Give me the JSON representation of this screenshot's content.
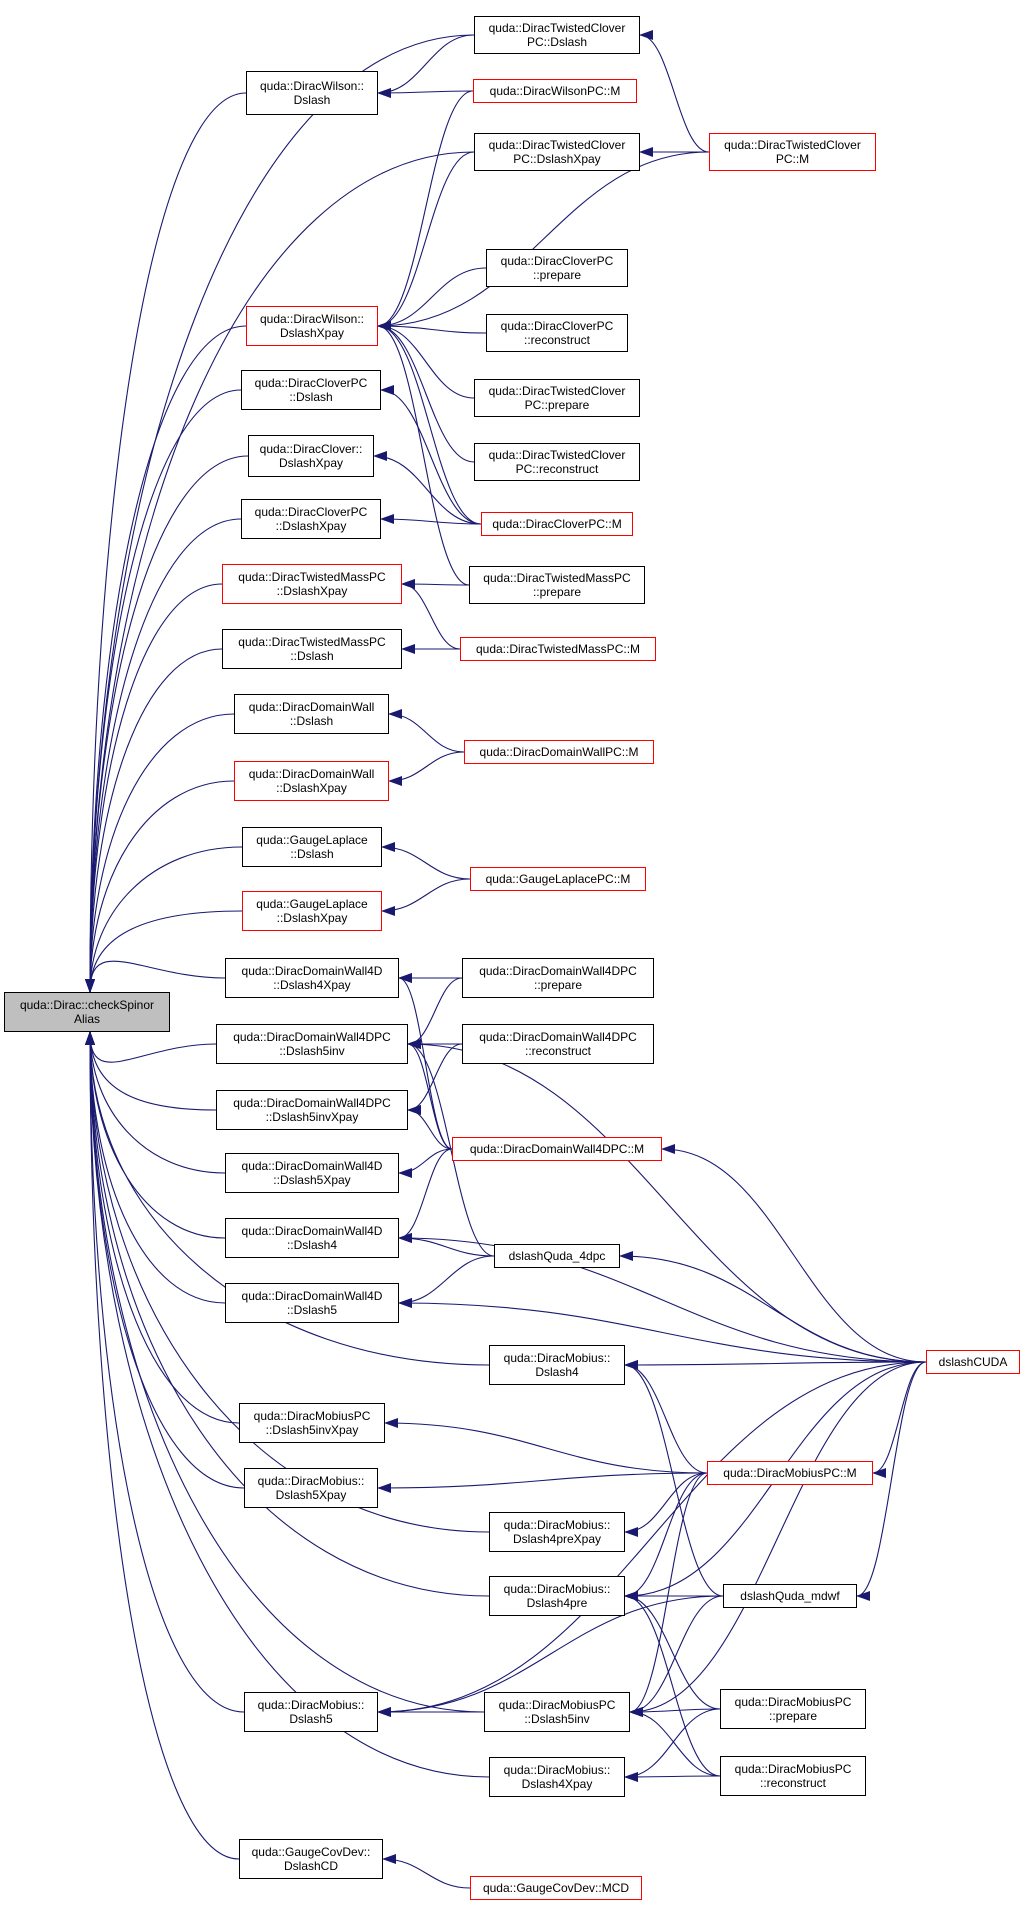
{
  "colors": {
    "edge": "#191970",
    "black_border": "#000000",
    "red_border": "#ff0000",
    "root_fill": "#bfbfbf"
  },
  "nodes": [
    {
      "id": "root",
      "text": "quda::Dirac::checkSpinor\nAlias",
      "style": "root"
    },
    {
      "id": "tcpc_dslash",
      "text": "quda::DiracTwistedClover\nPC::Dslash",
      "style": "black"
    },
    {
      "id": "wilson_dslash",
      "text": "quda::DiracWilson::\nDslash",
      "style": "black"
    },
    {
      "id": "wilsonpc_m",
      "text": "quda::DiracWilsonPC::M",
      "style": "red"
    },
    {
      "id": "tcpc_dslashxpay",
      "text": "quda::DiracTwistedClover\nPC::DslashXpay",
      "style": "black"
    },
    {
      "id": "tcpc_m",
      "text": "quda::DiracTwistedClover\nPC::M",
      "style": "red"
    },
    {
      "id": "cloverpc_prepare",
      "text": "quda::DiracCloverPC\n::prepare",
      "style": "black"
    },
    {
      "id": "wilson_dslashxpay",
      "text": "quda::DiracWilson::\nDslashXpay",
      "style": "red"
    },
    {
      "id": "cloverpc_reconstruct",
      "text": "quda::DiracCloverPC\n::reconstruct",
      "style": "black"
    },
    {
      "id": "cloverpc_dslash",
      "text": "quda::DiracCloverPC\n::Dslash",
      "style": "black"
    },
    {
      "id": "tcpc_prepare",
      "text": "quda::DiracTwistedClover\nPC::prepare",
      "style": "black"
    },
    {
      "id": "clover_dslashxpay",
      "text": "quda::DiracClover::\nDslashXpay",
      "style": "black"
    },
    {
      "id": "tcpc_reconstruct",
      "text": "quda::DiracTwistedClover\nPC::reconstruct",
      "style": "black"
    },
    {
      "id": "cloverpc_dslashxpay",
      "text": "quda::DiracCloverPC\n::DslashXpay",
      "style": "black"
    },
    {
      "id": "cloverpc_m",
      "text": "quda::DiracCloverPC::M",
      "style": "red"
    },
    {
      "id": "tmpc_dslashxpay",
      "text": "quda::DiracTwistedMassPC\n::DslashXpay",
      "style": "red"
    },
    {
      "id": "tmpc_prepare",
      "text": "quda::DiracTwistedMassPC\n::prepare",
      "style": "black"
    },
    {
      "id": "tmpc_dslash",
      "text": "quda::DiracTwistedMassPC\n::Dslash",
      "style": "black"
    },
    {
      "id": "tmpc_m",
      "text": "quda::DiracTwistedMassPC::M",
      "style": "red"
    },
    {
      "id": "dw_dslash",
      "text": "quda::DiracDomainWall\n::Dslash",
      "style": "black"
    },
    {
      "id": "dwpc_m",
      "text": "quda::DiracDomainWallPC::M",
      "style": "red"
    },
    {
      "id": "dw_dslashxpay",
      "text": "quda::DiracDomainWall\n::DslashXpay",
      "style": "red"
    },
    {
      "id": "gl_dslash",
      "text": "quda::GaugeLaplace\n::Dslash",
      "style": "black"
    },
    {
      "id": "glpc_m",
      "text": "quda::GaugeLaplacePC::M",
      "style": "red"
    },
    {
      "id": "gl_dslashxpay",
      "text": "quda::GaugeLaplace\n::DslashXpay",
      "style": "red"
    },
    {
      "id": "dw4d_dslash4xpay",
      "text": "quda::DiracDomainWall4D\n::Dslash4Xpay",
      "style": "black"
    },
    {
      "id": "dw4dpc_prepare",
      "text": "quda::DiracDomainWall4DPC\n::prepare",
      "style": "black"
    },
    {
      "id": "dw4dpc_dslash5inv",
      "text": "quda::DiracDomainWall4DPC\n::Dslash5inv",
      "style": "black"
    },
    {
      "id": "dw4dpc_reconstruct",
      "text": "quda::DiracDomainWall4DPC\n::reconstruct",
      "style": "black"
    },
    {
      "id": "dw4dpc_dslash5invxpay",
      "text": "quda::DiracDomainWall4DPC\n::Dslash5invXpay",
      "style": "black"
    },
    {
      "id": "dw4dpc_m",
      "text": "quda::DiracDomainWall4DPC::M",
      "style": "red"
    },
    {
      "id": "dw4d_dslash5xpay",
      "text": "quda::DiracDomainWall4D\n::Dslash5Xpay",
      "style": "black"
    },
    {
      "id": "dw4d_dslash4",
      "text": "quda::DiracDomainWall4D\n::Dslash4",
      "style": "black"
    },
    {
      "id": "dslashquda_4dpc",
      "text": "dslashQuda_4dpc",
      "style": "black"
    },
    {
      "id": "dw4d_dslash5",
      "text": "quda::DiracDomainWall4D\n::Dslash5",
      "style": "black"
    },
    {
      "id": "dslashcuda",
      "text": "dslashCUDA",
      "style": "red"
    },
    {
      "id": "mob_dslash4",
      "text": "quda::DiracMobius::\nDslash4",
      "style": "black"
    },
    {
      "id": "mobpc_dslash5invxpay",
      "text": "quda::DiracMobiusPC\n::Dslash5invXpay",
      "style": "black"
    },
    {
      "id": "mobpc_m",
      "text": "quda::DiracMobiusPC::M",
      "style": "red"
    },
    {
      "id": "mob_dslash5xpay",
      "text": "quda::DiracMobius::\nDslash5Xpay",
      "style": "black"
    },
    {
      "id": "mob_dslash4prexpay",
      "text": "quda::DiracMobius::\nDslash4preXpay",
      "style": "black"
    },
    {
      "id": "mob_dslash4pre",
      "text": "quda::DiracMobius::\nDslash4pre",
      "style": "black"
    },
    {
      "id": "dslashquda_mdwf",
      "text": "dslashQuda_mdwf",
      "style": "black"
    },
    {
      "id": "mob_dslash5",
      "text": "quda::DiracMobius::\nDslash5",
      "style": "black"
    },
    {
      "id": "mobpc_dslash5inv",
      "text": "quda::DiracMobiusPC\n::Dslash5inv",
      "style": "black"
    },
    {
      "id": "mobpc_prepare",
      "text": "quda::DiracMobiusPC\n::prepare",
      "style": "black"
    },
    {
      "id": "mob_dslash4xpay",
      "text": "quda::DiracMobius::\nDslash4Xpay",
      "style": "black"
    },
    {
      "id": "mobpc_reconstruct",
      "text": "quda::DiracMobiusPC\n::reconstruct",
      "style": "black"
    },
    {
      "id": "gcd_dslashcd",
      "text": "quda::GaugeCovDev::\nDslashCD",
      "style": "black"
    },
    {
      "id": "gcd_mcd",
      "text": "quda::GaugeCovDev::MCD",
      "style": "red"
    }
  ],
  "edges": [
    {
      "from": "tcpc_dslash",
      "to": "root"
    },
    {
      "from": "wilson_dslash",
      "to": "root"
    },
    {
      "from": "tcpc_dslashxpay",
      "to": "root"
    },
    {
      "from": "wilson_dslashxpay",
      "to": "root"
    },
    {
      "from": "cloverpc_dslash",
      "to": "root"
    },
    {
      "from": "clover_dslashxpay",
      "to": "root"
    },
    {
      "from": "cloverpc_dslashxpay",
      "to": "root"
    },
    {
      "from": "tmpc_dslashxpay",
      "to": "root"
    },
    {
      "from": "tmpc_dslash",
      "to": "root"
    },
    {
      "from": "dw_dslash",
      "to": "root"
    },
    {
      "from": "dw_dslashxpay",
      "to": "root"
    },
    {
      "from": "gl_dslash",
      "to": "root"
    },
    {
      "from": "gl_dslashxpay",
      "to": "root"
    },
    {
      "from": "dw4d_dslash4xpay",
      "to": "root"
    },
    {
      "from": "dw4dpc_dslash5inv",
      "to": "root"
    },
    {
      "from": "dw4dpc_dslash5invxpay",
      "to": "root"
    },
    {
      "from": "dw4d_dslash5xpay",
      "to": "root"
    },
    {
      "from": "dw4d_dslash4",
      "to": "root"
    },
    {
      "from": "dw4d_dslash5",
      "to": "root"
    },
    {
      "from": "mob_dslash4",
      "to": "root"
    },
    {
      "from": "mobpc_dslash5invxpay",
      "to": "root"
    },
    {
      "from": "mob_dslash5xpay",
      "to": "root"
    },
    {
      "from": "mob_dslash4prexpay",
      "to": "root"
    },
    {
      "from": "mob_dslash4pre",
      "to": "root"
    },
    {
      "from": "mob_dslash5",
      "to": "root"
    },
    {
      "from": "mobpc_dslash5inv",
      "to": "root"
    },
    {
      "from": "mob_dslash4xpay",
      "to": "root"
    },
    {
      "from": "gcd_dslashcd",
      "to": "root"
    },
    {
      "from": "tcpc_dslash",
      "to": "wilson_dslash"
    },
    {
      "from": "wilsonpc_m",
      "to": "wilson_dslash"
    },
    {
      "from": "tcpc_m",
      "to": "tcpc_dslash"
    },
    {
      "from": "tcpc_m",
      "to": "tcpc_dslashxpay"
    },
    {
      "from": "wilsonpc_m",
      "to": "wilson_dslashxpay"
    },
    {
      "from": "tcpc_dslashxpay",
      "to": "wilson_dslashxpay"
    },
    {
      "from": "tcpc_m",
      "to": "wilson_dslashxpay"
    },
    {
      "from": "cloverpc_prepare",
      "to": "wilson_dslashxpay"
    },
    {
      "from": "cloverpc_reconstruct",
      "to": "wilson_dslashxpay"
    },
    {
      "from": "tcpc_prepare",
      "to": "wilson_dslashxpay"
    },
    {
      "from": "tcpc_reconstruct",
      "to": "wilson_dslashxpay"
    },
    {
      "from": "cloverpc_m",
      "to": "wilson_dslashxpay"
    },
    {
      "from": "tmpc_prepare",
      "to": "wilson_dslashxpay"
    },
    {
      "from": "cloverpc_m",
      "to": "cloverpc_dslash"
    },
    {
      "from": "cloverpc_m",
      "to": "clover_dslashxpay"
    },
    {
      "from": "cloverpc_m",
      "to": "cloverpc_dslashxpay"
    },
    {
      "from": "tmpc_prepare",
      "to": "tmpc_dslashxpay"
    },
    {
      "from": "tmpc_m",
      "to": "tmpc_dslashxpay"
    },
    {
      "from": "tmpc_m",
      "to": "tmpc_dslash"
    },
    {
      "from": "dwpc_m",
      "to": "dw_dslash"
    },
    {
      "from": "dwpc_m",
      "to": "dw_dslashxpay"
    },
    {
      "from": "glpc_m",
      "to": "gl_dslash"
    },
    {
      "from": "glpc_m",
      "to": "gl_dslashxpay"
    },
    {
      "from": "dw4dpc_prepare",
      "to": "dw4d_dslash4xpay"
    },
    {
      "from": "dw4dpc_m",
      "to": "dw4d_dslash4xpay"
    },
    {
      "from": "dw4dpc_prepare",
      "to": "dw4dpc_dslash5inv"
    },
    {
      "from": "dw4dpc_reconstruct",
      "to": "dw4dpc_dslash5inv"
    },
    {
      "from": "dw4dpc_reconstruct",
      "to": "dw4dpc_dslash5invxpay"
    },
    {
      "from": "dw4dpc_m",
      "to": "dw4dpc_dslash5inv"
    },
    {
      "from": "dslashquda_4dpc",
      "to": "dw4dpc_dslash5inv"
    },
    {
      "from": "dslashcuda",
      "to": "dw4dpc_dslash5inv"
    },
    {
      "from": "dw4dpc_m",
      "to": "dw4dpc_dslash5invxpay"
    },
    {
      "from": "dw4dpc_m",
      "to": "dw4d_dslash5xpay"
    },
    {
      "from": "dw4dpc_m",
      "to": "dw4d_dslash4"
    },
    {
      "from": "dslashquda_4dpc",
      "to": "dw4d_dslash4"
    },
    {
      "from": "dslashcuda",
      "to": "dw4d_dslash4"
    },
    {
      "from": "dslashquda_4dpc",
      "to": "dw4d_dslash5"
    },
    {
      "from": "dslashcuda",
      "to": "dw4d_dslash5"
    },
    {
      "from": "dslashcuda",
      "to": "dw4dpc_m"
    },
    {
      "from": "dslashcuda",
      "to": "dslashquda_4dpc"
    },
    {
      "from": "dslashcuda",
      "to": "mob_dslash4"
    },
    {
      "from": "mobpc_m",
      "to": "mob_dslash4"
    },
    {
      "from": "dslashquda_mdwf",
      "to": "mob_dslash4"
    },
    {
      "from": "mobpc_m",
      "to": "mobpc_dslash5invxpay"
    },
    {
      "from": "mobpc_m",
      "to": "mob_dslash5xpay"
    },
    {
      "from": "mobpc_m",
      "to": "mob_dslash4prexpay"
    },
    {
      "from": "mobpc_m",
      "to": "mob_dslash4pre"
    },
    {
      "from": "dslashquda_mdwf",
      "to": "mob_dslash4pre"
    },
    {
      "from": "dslashcuda",
      "to": "mob_dslash4pre"
    },
    {
      "from": "mobpc_prepare",
      "to": "mob_dslash4pre"
    },
    {
      "from": "mobpc_reconstruct",
      "to": "mob_dslash4pre"
    },
    {
      "from": "dslashcuda",
      "to": "mobpc_m"
    },
    {
      "from": "dslashcuda",
      "to": "dslashquda_mdwf"
    },
    {
      "from": "mobpc_dslash5inv",
      "to": "mob_dslash5"
    },
    {
      "from": "dslashquda_mdwf",
      "to": "mob_dslash5"
    },
    {
      "from": "dslashcuda",
      "to": "mob_dslash5"
    },
    {
      "from": "mobpc_m",
      "to": "mobpc_dslash5inv"
    },
    {
      "from": "dslashquda_mdwf",
      "to": "mobpc_dslash5inv"
    },
    {
      "from": "dslashcuda",
      "to": "mobpc_dslash5inv"
    },
    {
      "from": "mobpc_prepare",
      "to": "mobpc_dslash5inv"
    },
    {
      "from": "mobpc_reconstruct",
      "to": "mobpc_dslash5inv"
    },
    {
      "from": "mobpc_prepare",
      "to": "mob_dslash4xpay"
    },
    {
      "from": "mobpc_reconstruct",
      "to": "mob_dslash4xpay"
    },
    {
      "from": "gcd_mcd",
      "to": "gcd_dslashcd"
    }
  ]
}
